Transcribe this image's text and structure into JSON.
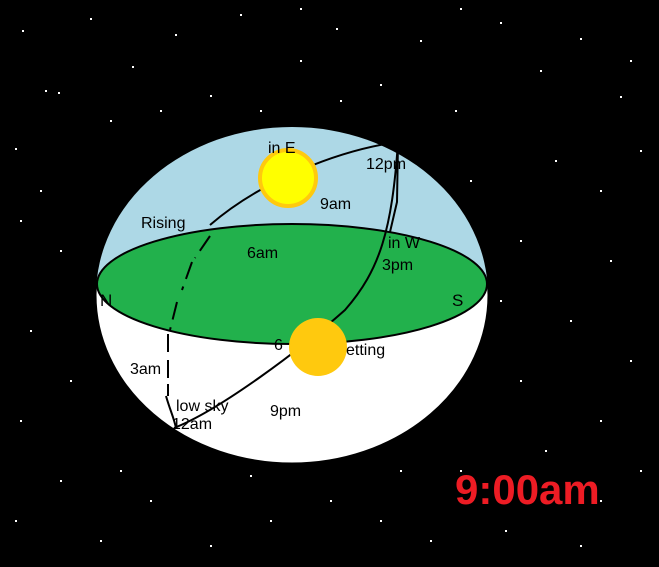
{
  "diagram": {
    "clock_text": "9:00am",
    "compass": {
      "north": "N",
      "south": "S"
    },
    "labels": {
      "in_e": "in E",
      "twelve_pm": "12pm",
      "nine_am": "9am",
      "rising": "Rising",
      "six_am": "6am",
      "in_w": "in W",
      "three_pm": "3pm",
      "six_pm_partial": "6",
      "setting_partial": "etting",
      "three_am": "3am",
      "low_sky": "low sky",
      "twelve_am": "12am",
      "nine_pm": "9pm"
    },
    "colors": {
      "background": "#000000",
      "sky": "#add8e6",
      "lower_sphere": "#ffffff",
      "horizon": "#22b14c",
      "sun_current": "#ffff00",
      "sun_current_rim": "#ffc90e",
      "sun_setting": "#ffc90e",
      "clock_text": "#ed1c24"
    }
  }
}
